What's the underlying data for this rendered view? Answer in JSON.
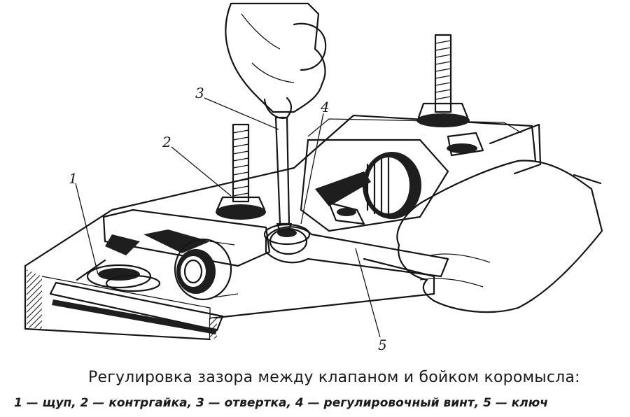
{
  "callouts": [
    "1",
    "2",
    "3",
    "4",
    "5"
  ],
  "caption": {
    "title": "Регулировка зазора между клапаном и бойком коромысла:",
    "legend": "1 — щуп, 2 — контргайка, 3 — отвертка, 4 — регулировочный винт, 5 — ключ"
  }
}
